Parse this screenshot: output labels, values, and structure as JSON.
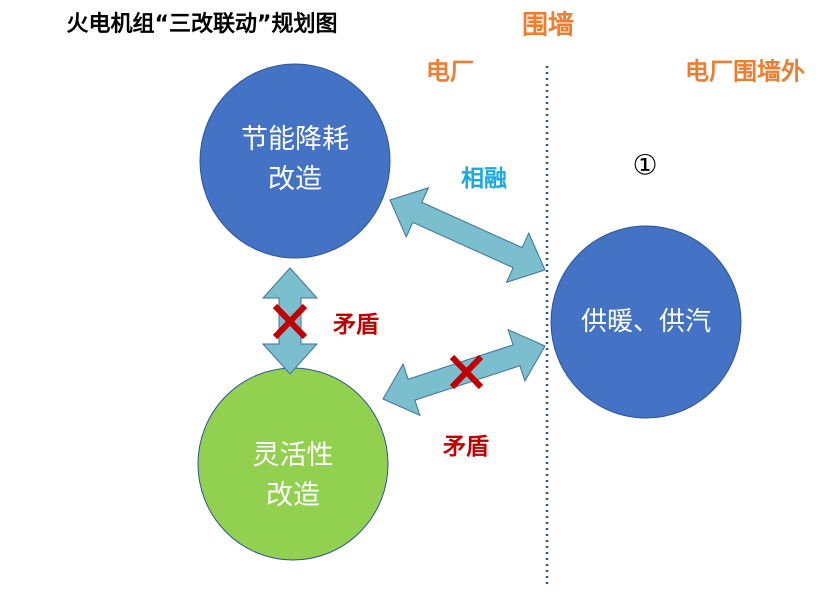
{
  "title": "火电机组“三改联动”规划图",
  "labels": {
    "wall": "围墙",
    "plant": "电厂",
    "outside": "电厂围墙外",
    "merge": "相融",
    "circled_one": "①",
    "conflict_1": "矛盾",
    "conflict_2": "矛盾"
  },
  "nodes": {
    "energy": {
      "line1": "节能降耗",
      "line2": "改造"
    },
    "flex": {
      "line1": "灵活性",
      "line2": "改造"
    },
    "heat": {
      "line1": "供暖、供汽"
    }
  },
  "colors": {
    "blue": "#4472C4",
    "green": "#92D050",
    "arrow": "#7BBFCF",
    "orange": "#ED7D31",
    "red": "#C00000",
    "cyan": "#1CA9E0"
  }
}
